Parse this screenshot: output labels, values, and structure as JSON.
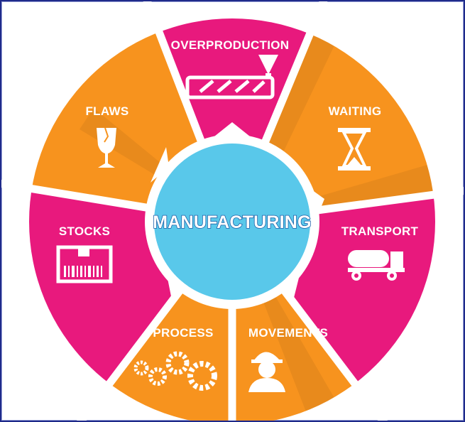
{
  "center": {
    "label": "MANUFACTURING",
    "color": "#59c8ea"
  },
  "colors": {
    "orange": "#f7931e",
    "pink": "#e8197d",
    "ring_gap": "#ffffff",
    "icon": "#ffffff"
  },
  "segments": [
    {
      "label": "OVERPRODUCTION",
      "icon": "extruder-screw-icon",
      "color": "pink"
    },
    {
      "label": "WAITING",
      "icon": "hourglass-icon",
      "color": "orange"
    },
    {
      "label": "TRANSPORT",
      "icon": "tanker-truck-icon",
      "color": "pink"
    },
    {
      "label": "MOVEMENTS",
      "icon": "worker-helmet-icon",
      "color": "orange"
    },
    {
      "label": "PROCESS",
      "icon": "gears-icon",
      "color": "orange"
    },
    {
      "label": "STOCKS",
      "icon": "barcode-box-icon",
      "color": "pink"
    },
    {
      "label": "FLAWS",
      "icon": "broken-glass-icon",
      "color": "orange"
    }
  ]
}
